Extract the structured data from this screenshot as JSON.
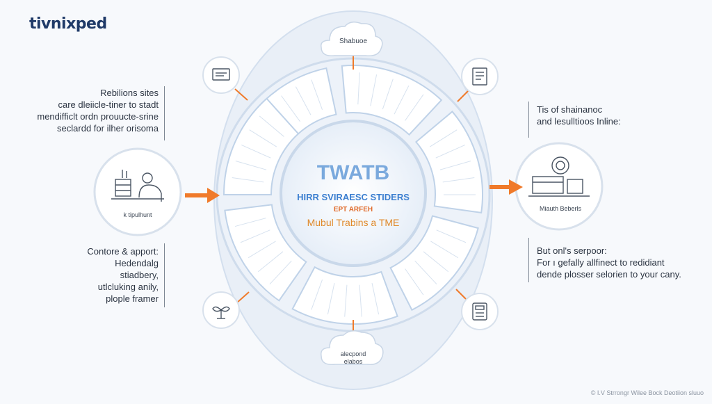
{
  "brand": {
    "name": "tivnixped"
  },
  "center": {
    "title": "TWATB",
    "subtitle": "HIRR SVIRAESC STIDERS",
    "tag": "EPT ARFEH",
    "caption": "Mubul Trabins a TME"
  },
  "top_bubble": {
    "label": "Shabuoe"
  },
  "bottom_bubble": {
    "line1": "alecpond",
    "line2": "elabos"
  },
  "left_circle": {
    "label": "k tipulhunt"
  },
  "right_circle": {
    "label": "Miauth Beberls"
  },
  "left_top_text": [
    "Rebilions sites",
    "care dleiicle-tiner to stadt",
    "mendifficlt ordn prouucte-srine",
    "seclardd for ilher orisoma"
  ],
  "left_bottom_text": [
    "Contore & apport:",
    "Hedendalg",
    "stiadbery,",
    "utlcluking anily,",
    "plople framer"
  ],
  "right_top_text": [
    "Tis of shainanoc",
    "and lesulltioos Inline:"
  ],
  "right_bottom_text": [
    "But onl's serpoor:",
    "For ı gefally allfinect to redidiant",
    "dende plosser selorien to your cany."
  ],
  "footer": {
    "note": "© I.V Strrongr Wilee Bock Deotiion sluuo"
  },
  "icons": {
    "top_left": "monitor-icon",
    "top_right": "document-icon",
    "bottom_left": "plant-icon",
    "bottom_right": "calculator-icon",
    "left_circle": "desk-worker-icon",
    "right_circle": "workstation-icon"
  },
  "colors": {
    "accent": "#f07a2a",
    "brand": "#1f3a68",
    "ring": "#dbe6f3",
    "title": "#7aa9dd",
    "subtitle": "#3c7fd0",
    "tag": "#e06a2a",
    "caption": "#e0892a"
  }
}
